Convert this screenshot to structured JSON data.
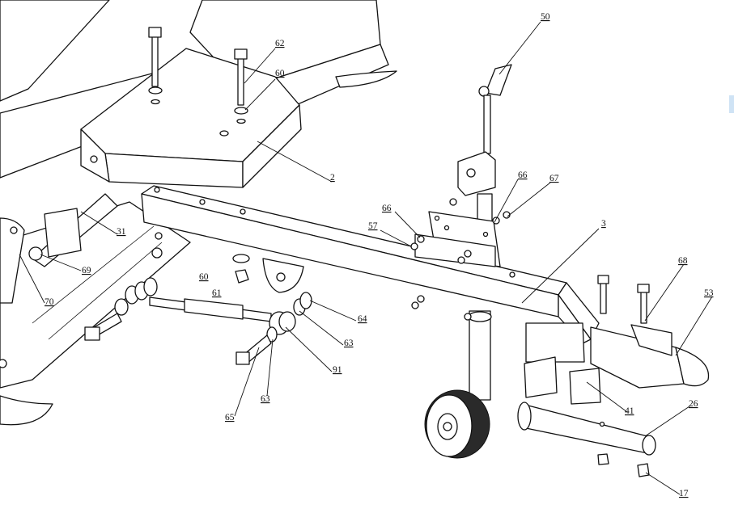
{
  "diagram": {
    "callouts": [
      {
        "id": "c50",
        "label": "50"
      },
      {
        "id": "c62",
        "label": "62"
      },
      {
        "id": "c60a",
        "label": "60"
      },
      {
        "id": "c2",
        "label": "2"
      },
      {
        "id": "c66a",
        "label": "66"
      },
      {
        "id": "c67",
        "label": "67"
      },
      {
        "id": "c66b",
        "label": "66"
      },
      {
        "id": "c57",
        "label": "57"
      },
      {
        "id": "c3",
        "label": "3"
      },
      {
        "id": "c31",
        "label": "31"
      },
      {
        "id": "c69",
        "label": "69"
      },
      {
        "id": "c70",
        "label": "70"
      },
      {
        "id": "c60b",
        "label": "60"
      },
      {
        "id": "c61",
        "label": "61"
      },
      {
        "id": "c64",
        "label": "64"
      },
      {
        "id": "c63a",
        "label": "63"
      },
      {
        "id": "c91",
        "label": "91"
      },
      {
        "id": "c63b",
        "label": "63"
      },
      {
        "id": "c65",
        "label": "65"
      },
      {
        "id": "c68",
        "label": "68"
      },
      {
        "id": "c53",
        "label": "53"
      },
      {
        "id": "c41",
        "label": "41"
      },
      {
        "id": "c26",
        "label": "26"
      },
      {
        "id": "c17",
        "label": "17"
      }
    ]
  }
}
